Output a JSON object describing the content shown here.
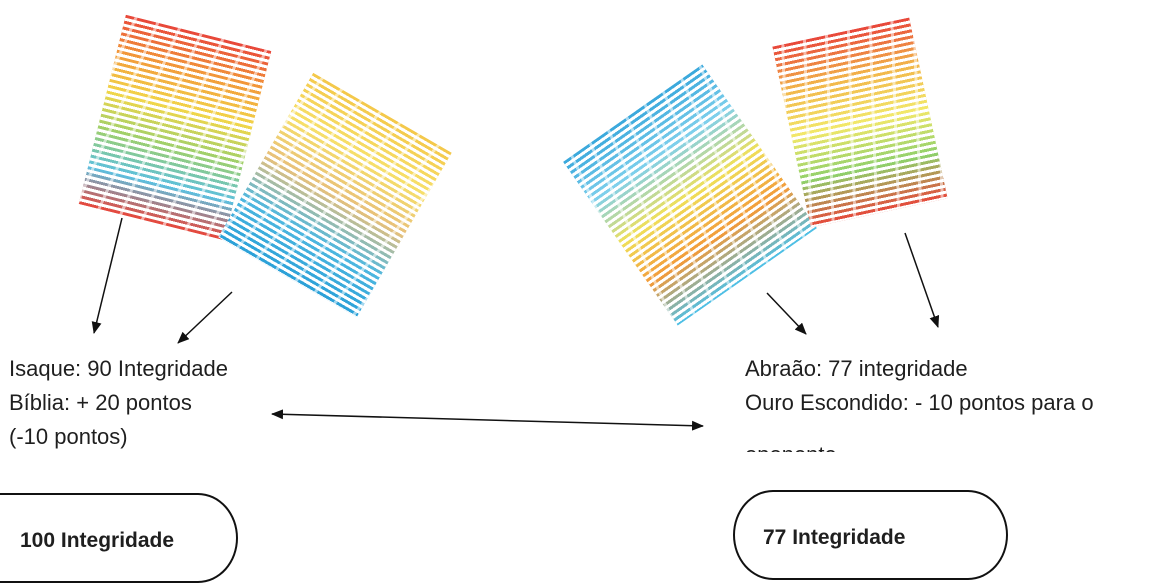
{
  "left": {
    "lines": [
      "Isaque: 90 Integridade",
      "Bíblia: + 20 pontos",
      "(-10 pontos)"
    ],
    "total": "100 Integridade"
  },
  "right": {
    "lines": [
      "Abraão: 77 integridade",
      "Ouro Escondido: - 10 pontos para o",
      "oponente"
    ],
    "total": "77 Integridade"
  },
  "cards": [
    {
      "name": "card-isaque",
      "colors": [
        "#e8463a",
        "#f29a3a",
        "#f2d64a",
        "#9fd06b",
        "#5cc0e0",
        "#e8463a"
      ]
    },
    {
      "name": "card-biblia",
      "colors": [
        "#f4c84a",
        "#f7e06a",
        "#e8c07a",
        "#4fb8e0",
        "#2aa0d8"
      ]
    },
    {
      "name": "card-ouro-escondido",
      "colors": [
        "#3aa8dc",
        "#7fd0ec",
        "#f0e05a",
        "#f29a3a",
        "#4cc0e8"
      ]
    },
    {
      "name": "card-abraao",
      "colors": [
        "#e8463a",
        "#f2b64a",
        "#f2e86a",
        "#8fd06b",
        "#e8463a"
      ]
    }
  ]
}
